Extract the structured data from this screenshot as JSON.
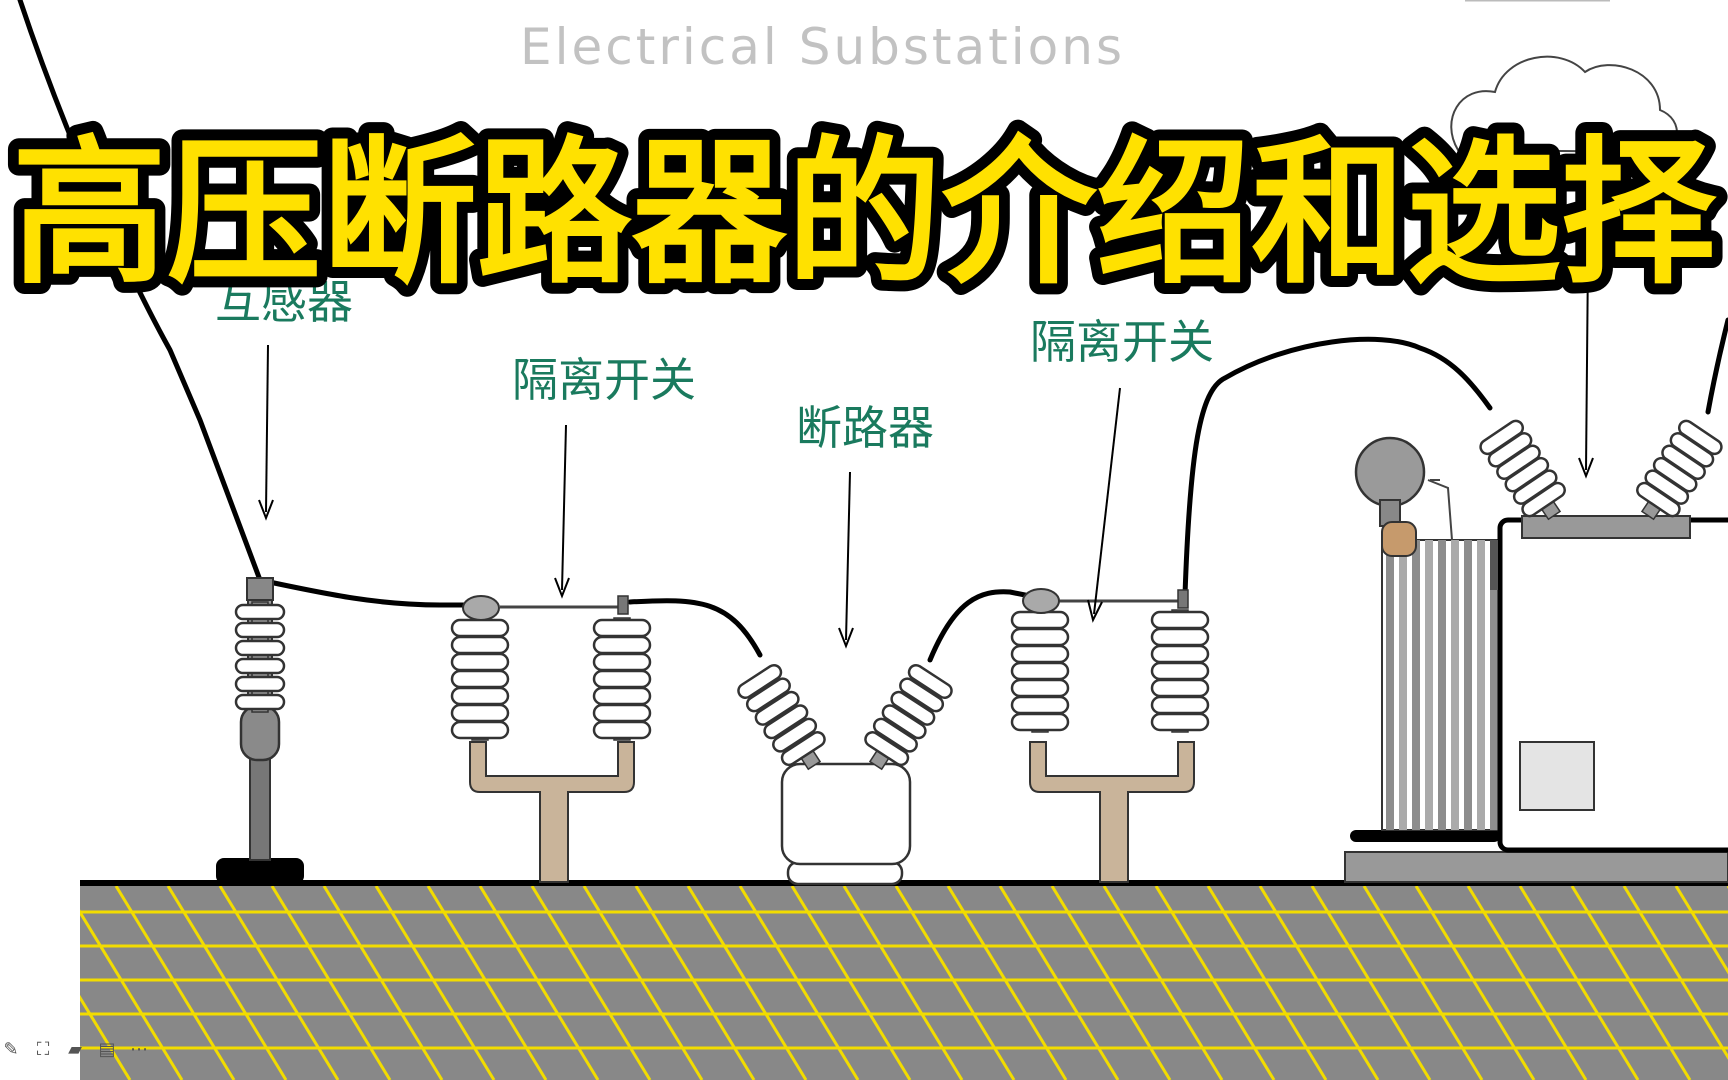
{
  "header": {
    "subtitle": "Electrical Substations",
    "title": "高压断路器的介绍和选择"
  },
  "labels": {
    "transformer_partial": "互感器",
    "isolator_left": "隔离开关",
    "breaker": "断路器",
    "isolator_right": "隔离开关"
  },
  "colors": {
    "title_fill": "#ffe100",
    "label_text": "#1a7a5e",
    "ground": "#888888",
    "ground_grid": "#f2dc00",
    "post": "#c9b49a",
    "porcelain": "#ffffff"
  },
  "toolbar": {
    "icons": [
      "pencil-icon",
      "screenshot-icon",
      "camera-icon",
      "comment-icon",
      "more-icon"
    ]
  }
}
